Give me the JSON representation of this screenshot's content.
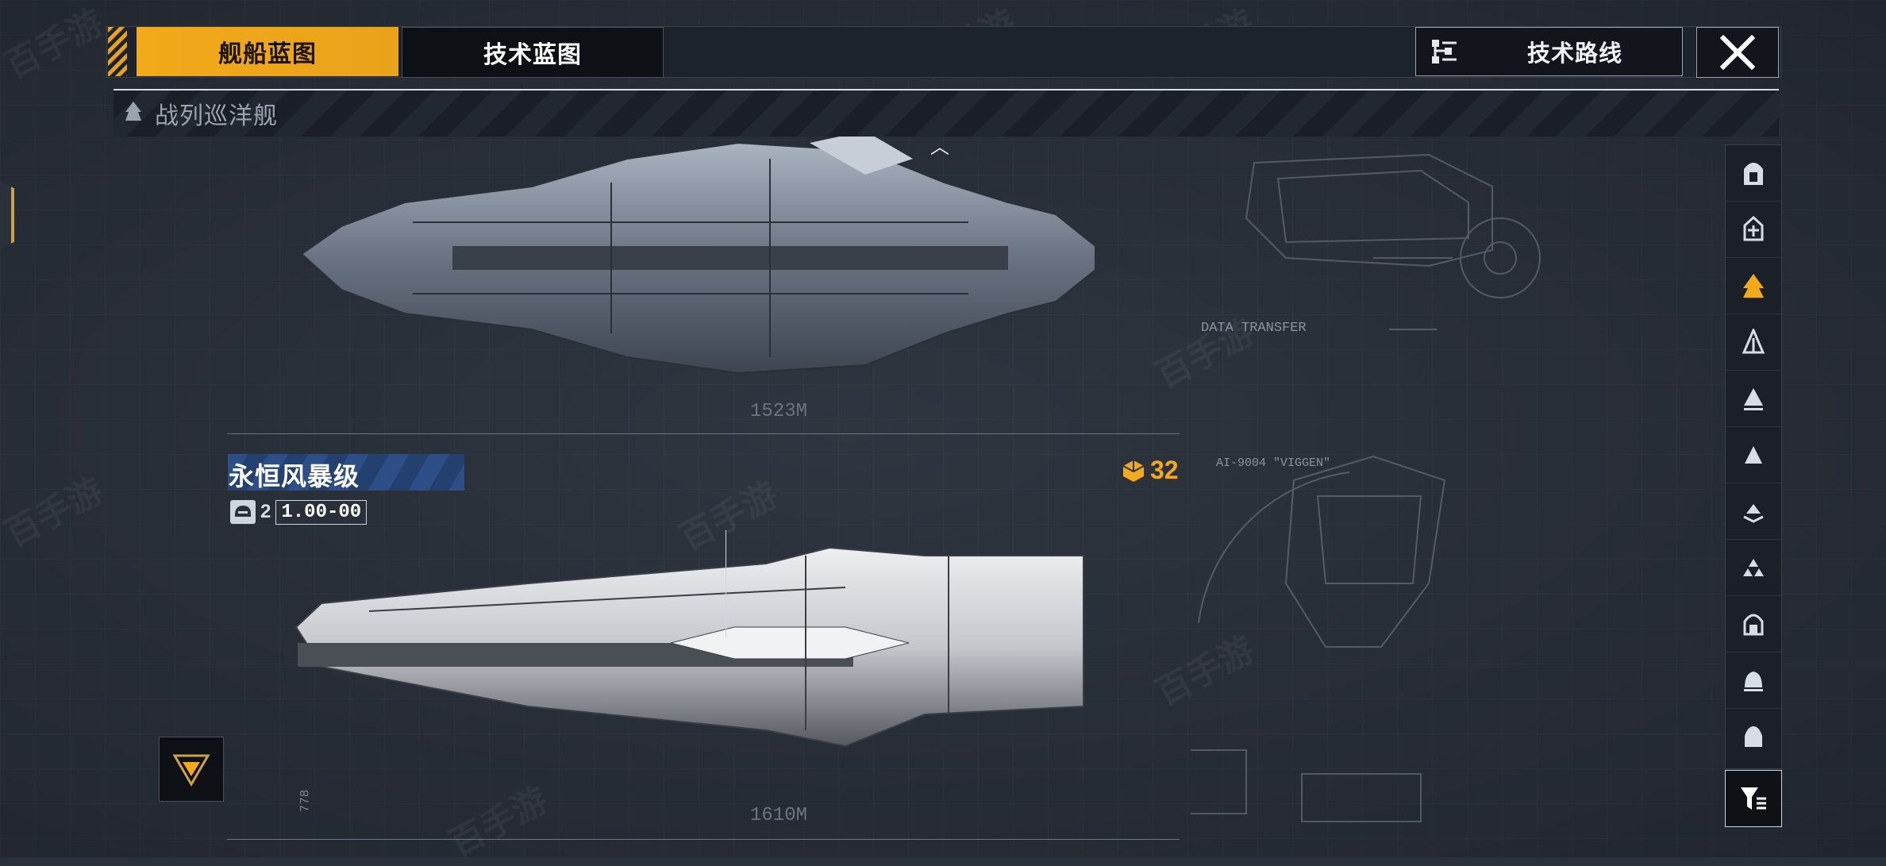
{
  "tabs": [
    {
      "label": "舰船蓝图",
      "active": true
    },
    {
      "label": "技术蓝图",
      "active": false
    }
  ],
  "route_button": {
    "label": "技术路线",
    "icon": "tree-list-icon"
  },
  "close_button": {
    "icon": "close-icon"
  },
  "category": {
    "label": "战列巡洋舰",
    "icon": "battlecruiser-icon"
  },
  "ship": {
    "name": "永恒风暴级",
    "stat_count": "2",
    "stat_value": "1.00-00",
    "cost": "32"
  },
  "blueprint_labels": {
    "top_length": "1523M",
    "bottom_length": "1610M",
    "data_transfer": "DATA TRANSFER",
    "ship_code": "AI-9004 \"VIGGEN\"",
    "bottom_left_num": "778"
  },
  "sidebar": {
    "items": [
      {
        "icon": "carrier-icon",
        "active": false
      },
      {
        "icon": "cruiser-icon",
        "active": false
      },
      {
        "icon": "battlecruiser-icon",
        "active": true
      },
      {
        "icon": "destroyer-icon",
        "active": false
      },
      {
        "icon": "frigate-icon",
        "active": false
      },
      {
        "icon": "corvette-icon",
        "active": false
      },
      {
        "icon": "fighter-icon",
        "active": false
      },
      {
        "icon": "formation-icon",
        "active": false
      },
      {
        "icon": "support-icon",
        "active": false
      },
      {
        "icon": "auxiliary-icon",
        "active": false
      },
      {
        "icon": "utility-icon",
        "active": false
      }
    ],
    "filter_icon": "filter-icon"
  },
  "colors": {
    "accent": "#f2aa1a",
    "background": "#2b313b",
    "panel": "#1b2028",
    "name_bar": "#2d4e86"
  },
  "watermark": "百手游"
}
